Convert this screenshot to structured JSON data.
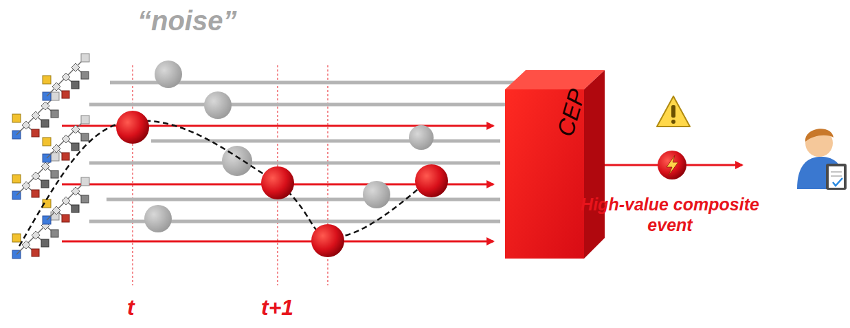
{
  "diagram": {
    "nodes": [
      {
        "text": [
          "CEP"
        ]
      }
    ],
    "labels": [
      "“noise”",
      "High-value composite event",
      "t",
      "t+1"
    ]
  }
}
